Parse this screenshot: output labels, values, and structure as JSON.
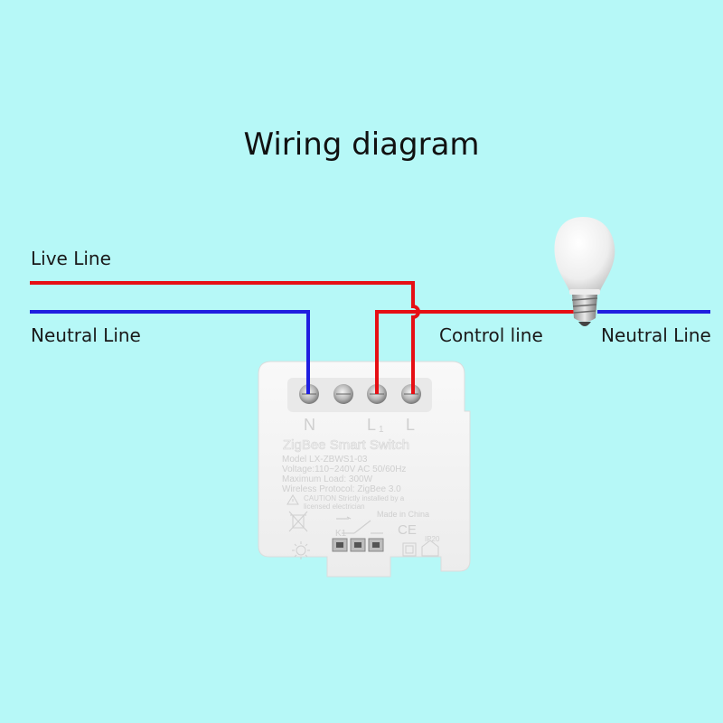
{
  "title": "Wiring diagram",
  "labels": {
    "live_line": "Live Line",
    "neutral_line_left": "Neutral Line",
    "control_line": "Control line",
    "neutral_line_right": "Neutral Line"
  },
  "device": {
    "terminals": [
      "N",
      "L",
      "L"
    ],
    "terminal_l1_subscript": "1",
    "name": "ZigBee Smart Switch",
    "model": "Model LX-ZBWS1-03",
    "voltage": "Voltage:110~240V AC 50/60Hz",
    "max_load": "Maximum Load: 300W",
    "protocol": "Wireless Protocol: ZigBee 3.0",
    "caution_1": "CAUTION Strictly installed by a",
    "caution_2": "licensed electrician",
    "origin": "Made in China",
    "relay_label": "K1",
    "cert_ce": "CE",
    "cert_ip": "IP20"
  },
  "colors": {
    "background": "#b6f8f7",
    "live_wire": "#e60f14",
    "neutral_wire": "#1f1fe0",
    "device_body": "#f4f4f4"
  },
  "icons": [
    "bulb-icon",
    "weee-bin-icon",
    "sun-icon",
    "warning-icon",
    "relay-switch-icon",
    "house-icon",
    "indoor-icon"
  ]
}
